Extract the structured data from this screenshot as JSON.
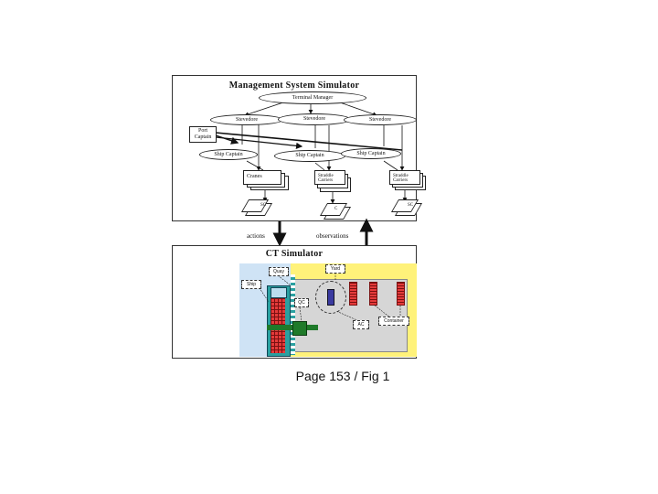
{
  "mgmt": {
    "title": "Management System Simulator",
    "terminal_manager": "Terminal Manager",
    "stevedores": [
      "Stevedore",
      "Stevedore",
      "Stevedore"
    ],
    "port_captain": "Port Captain",
    "ship_captains": [
      "Ship Captain",
      "Ship Captain",
      "Ship Captain"
    ],
    "groups": [
      {
        "label": "Cranes",
        "diamond": "SC"
      },
      {
        "label": "Straddle Carriers",
        "diamond": "C"
      },
      {
        "label": "Straddle Carriers",
        "diamond": "SC"
      }
    ]
  },
  "flow": {
    "actions": "actions",
    "observations": "observations"
  },
  "ct": {
    "title": "CT Simulator",
    "callouts": {
      "quay": "Quay",
      "yard": "Yard",
      "ship": "Ship",
      "qc": "QC",
      "ac": "AC",
      "container": "Container"
    }
  },
  "caption": "Page 153 / Fig 1",
  "colors": {
    "water": "#cfe3f5",
    "yard_bg": "#fff27a",
    "terminal": "#d6d6d6",
    "container": "#e53b3b",
    "crane": "#1f7a2a",
    "quay": "#2aa0a0"
  }
}
